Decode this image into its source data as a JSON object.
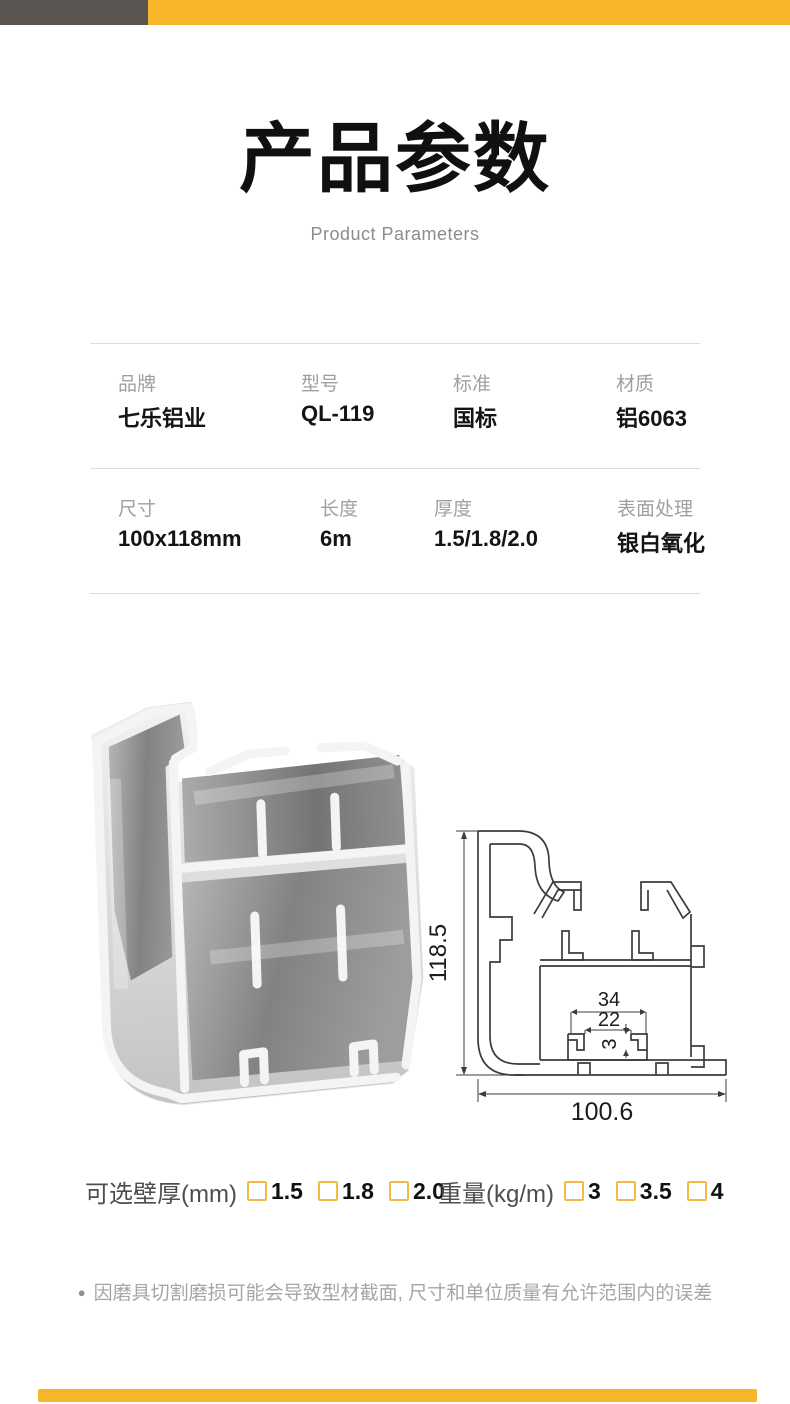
{
  "header": {
    "title": "产品参数",
    "subtitle": "Product Parameters",
    "accent_color": "#f7b52c",
    "dark_bar_color": "#5a5550"
  },
  "specs": {
    "row1": [
      {
        "label": "品牌",
        "value": "七乐铝业"
      },
      {
        "label": "型号",
        "value": "QL-119"
      },
      {
        "label": "标准",
        "value": "国标"
      },
      {
        "label": "材质",
        "value": "铝6063"
      }
    ],
    "row2": [
      {
        "label": "尺寸",
        "value": "100x118mm"
      },
      {
        "label": "长度",
        "value": "6m"
      },
      {
        "label": "厚度",
        "value": "1.5/1.8/2.0"
      },
      {
        "label": "表面处理",
        "value": "银白氧化"
      }
    ]
  },
  "drawing": {
    "height_dim": "118.5",
    "width_dim": "100.6",
    "inner_dims": [
      "34",
      "22",
      "3"
    ]
  },
  "options": {
    "thickness_label": "可选壁厚(mm)",
    "thickness_choices": [
      "1.5",
      "1.8",
      "2.0"
    ],
    "weight_label": "重量(kg/m)",
    "weight_choices": [
      "3",
      "3.5",
      "4"
    ]
  },
  "note": {
    "bullet": "●",
    "text": "因磨具切割磨损可能会导致型材截面, 尺寸和单位质量有允许范围内的误差"
  }
}
